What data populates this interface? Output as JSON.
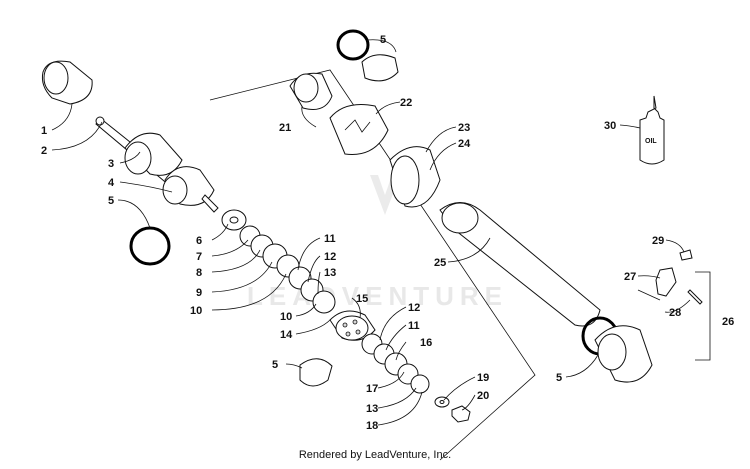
{
  "diagram": {
    "watermark": "LEADVENTURE",
    "footer": "Rendered by LeadVenture, Inc.",
    "bottle_label": "OIL",
    "callouts": [
      {
        "id": "1",
        "text": "1"
      },
      {
        "id": "2",
        "text": "2"
      },
      {
        "id": "3",
        "text": "3"
      },
      {
        "id": "4",
        "text": "4"
      },
      {
        "id": "5a",
        "text": "5"
      },
      {
        "id": "5b",
        "text": "5"
      },
      {
        "id": "5c",
        "text": "5"
      },
      {
        "id": "5d",
        "text": "5"
      },
      {
        "id": "6",
        "text": "6"
      },
      {
        "id": "7",
        "text": "7"
      },
      {
        "id": "8",
        "text": "8"
      },
      {
        "id": "9",
        "text": "9"
      },
      {
        "id": "10a",
        "text": "10"
      },
      {
        "id": "10b",
        "text": "10"
      },
      {
        "id": "11a",
        "text": "11"
      },
      {
        "id": "11b",
        "text": "11"
      },
      {
        "id": "12a",
        "text": "12"
      },
      {
        "id": "12b",
        "text": "12"
      },
      {
        "id": "13a",
        "text": "13"
      },
      {
        "id": "13b",
        "text": "13"
      },
      {
        "id": "14",
        "text": "14"
      },
      {
        "id": "15",
        "text": "15"
      },
      {
        "id": "16",
        "text": "16"
      },
      {
        "id": "17",
        "text": "17"
      },
      {
        "id": "18",
        "text": "18"
      },
      {
        "id": "19",
        "text": "19"
      },
      {
        "id": "20",
        "text": "20"
      },
      {
        "id": "21",
        "text": "21"
      },
      {
        "id": "22",
        "text": "22"
      },
      {
        "id": "23",
        "text": "23"
      },
      {
        "id": "24",
        "text": "24"
      },
      {
        "id": "25",
        "text": "25"
      },
      {
        "id": "26",
        "text": "26"
      },
      {
        "id": "27",
        "text": "27"
      },
      {
        "id": "28",
        "text": "28"
      },
      {
        "id": "29",
        "text": "29"
      },
      {
        "id": "30",
        "text": "30"
      }
    ]
  }
}
